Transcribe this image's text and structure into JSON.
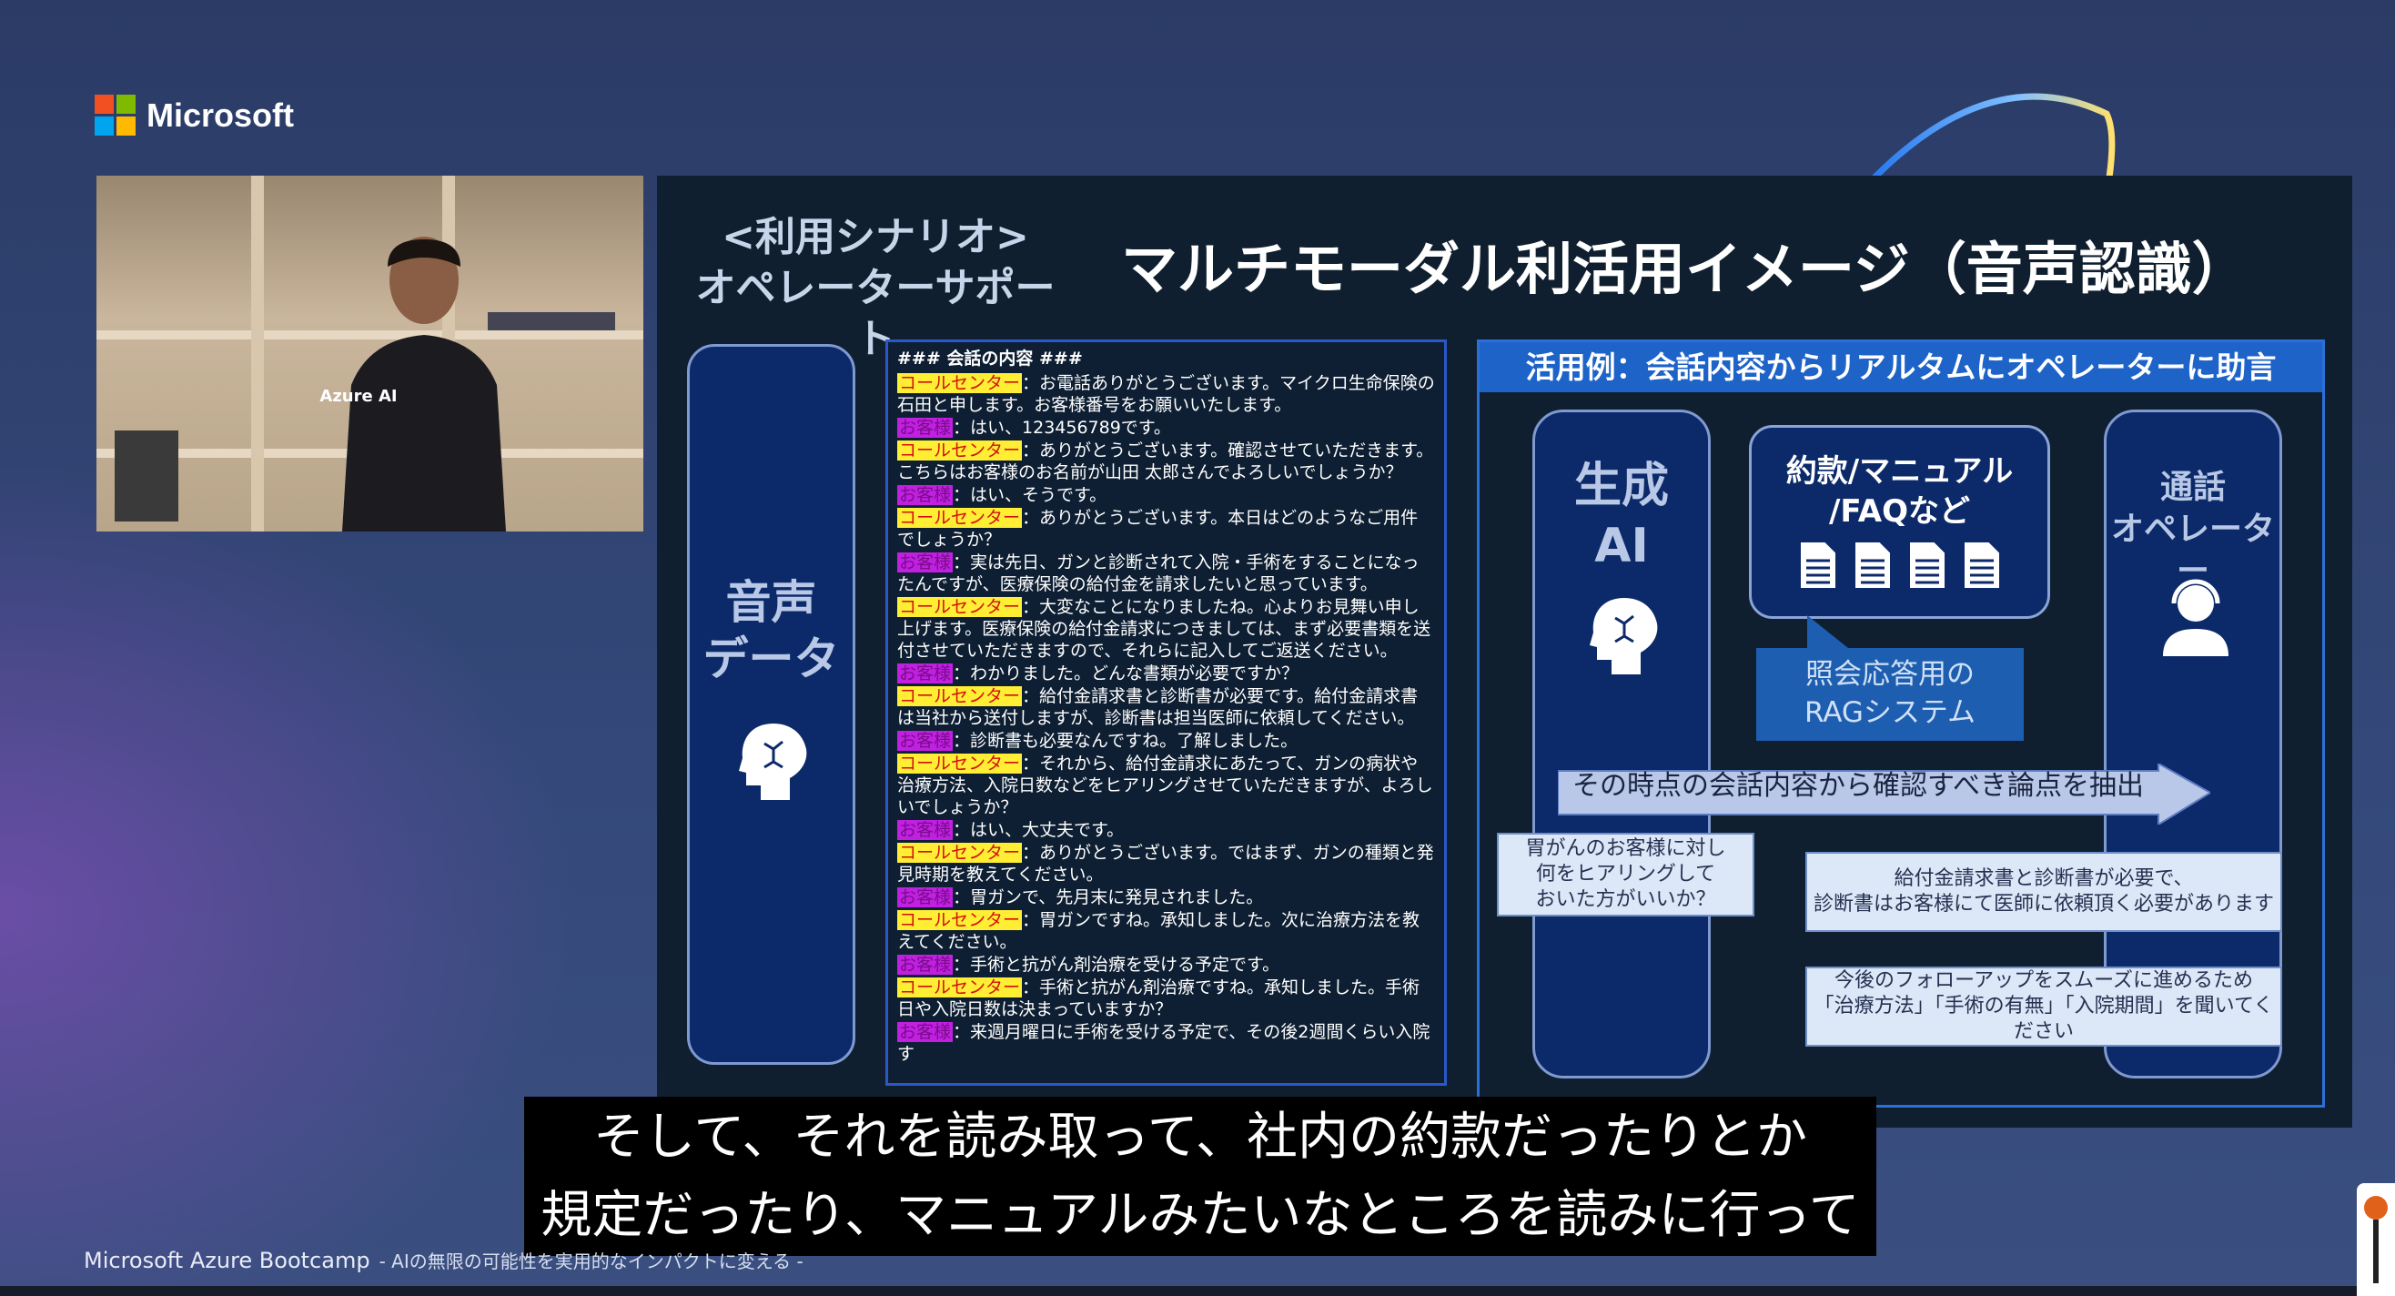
{
  "brand": {
    "name": "Microsoft",
    "colors": [
      "#f25022",
      "#7fba00",
      "#00a4ef",
      "#ffb900"
    ]
  },
  "webcam": {
    "shirt_text": "Azure AI"
  },
  "slide": {
    "scenario_line1": "<利用シナリオ>",
    "scenario_line2": "オペレーターサポート",
    "title": "マルチモーダル利活用イメージ（音声認識）",
    "left_pill_line1": "音声",
    "left_pill_line2": "データ",
    "conversation": {
      "heading": "### 会話の内容 ###",
      "lines": [
        {
          "speaker": "コールセンター",
          "role": "cc",
          "text": "：お電話ありがとうございます。マイクロ生命保険の石田と申します。お客様番号をお願いいたします。"
        },
        {
          "speaker": "お客様",
          "role": "cu",
          "text": "：はい、123456789です。"
        },
        {
          "speaker": "コールセンター",
          "role": "cc",
          "text": "：ありがとうございます。確認させていただきます。こちらはお客様のお名前が山田 太郎さんでよろしいでしょうか？"
        },
        {
          "speaker": "お客様",
          "role": "cu",
          "text": "：はい、そうです。"
        },
        {
          "speaker": "コールセンター",
          "role": "cc",
          "text": "：ありがとうございます。本日はどのようなご用件でしょうか？"
        },
        {
          "speaker": "お客様",
          "role": "cu",
          "text": "：実は先日、ガンと診断されて入院・手術をすることになったんですが、医療保険の給付金を請求したいと思っています。"
        },
        {
          "speaker": "コールセンター",
          "role": "cc",
          "text": "：大変なことになりましたね。心よりお見舞い申し上げます。医療保険の給付金請求につきましては、まず必要書類を送付させていただきますので、それらに記入してご返送ください。"
        },
        {
          "speaker": "お客様",
          "role": "cu",
          "text": "：わかりました。どんな書類が必要ですか？"
        },
        {
          "speaker": "コールセンター",
          "role": "cc",
          "text": "：給付金請求書と診断書が必要です。給付金請求書は当社から送付しますが、診断書は担当医師に依頼してください。"
        },
        {
          "speaker": "お客様",
          "role": "cu",
          "text": "：診断書も必要なんですね。了解しました。"
        },
        {
          "speaker": "コールセンター",
          "role": "cc",
          "text": "：それから、給付金請求にあたって、ガンの病状や治療方法、入院日数などをヒアリングさせていただきますが、よろしいでしょうか？"
        },
        {
          "speaker": "お客様",
          "role": "cu",
          "text": "：はい、大丈夫です。"
        },
        {
          "speaker": "コールセンター",
          "role": "cc",
          "text": "：ありがとうございます。ではまず、ガンの種類と発見時期を教えてください。"
        },
        {
          "speaker": "お客様",
          "role": "cu",
          "text": "：胃ガンで、先月末に発見されました。"
        },
        {
          "speaker": "コールセンター",
          "role": "cc",
          "text": "：胃ガンですね。承知しました。次に治療方法を教えてください。"
        },
        {
          "speaker": "お客様",
          "role": "cu",
          "text": "：手術と抗がん剤治療を受ける予定です。"
        },
        {
          "speaker": "コールセンター",
          "role": "cc",
          "text": "：手術と抗がん剤治療ですね。承知しました。手術日や入院日数は決まっていますか？"
        },
        {
          "speaker": "お客様",
          "role": "cu",
          "text": "：来週月曜日に手術を受ける予定で、その後2週間くらい入院す"
        }
      ]
    },
    "right_panel": {
      "header": "活用例：会話内容からリアルタムにオペレーターに助言",
      "ai_line1": "生成",
      "ai_line2": "AI",
      "kb_line1": "約款/マニュアル",
      "kb_line2": "/FAQなど",
      "rag_line1": "照会応答用の",
      "rag_line2": "RAGシステム",
      "operator_line1": "通話",
      "operator_line2": "オペレーター",
      "arrow_text": "その時点の会話内容から確認すべき論点を抽出",
      "advice": [
        [
          "胃がんのお客様に対し",
          "何をヒアリングして",
          "おいた方がいいか？"
        ],
        [
          "給付金請求書と診断書が必要で、",
          "診断書はお客様にて医師に依頼頂く必要があります"
        ],
        [
          "今後のフォローアップをスムーズに進めるため",
          "「治療方法」「手術の有無」「入院期間」を聞いてください"
        ]
      ]
    }
  },
  "subtitle": {
    "line1": "そして、それを読み取って、社内の約款だったりとか",
    "line2": "規定だったり、マニュアルみたいなところを読みに行って"
  },
  "footer": {
    "event": "Microsoft Azure Bootcamp",
    "tagline": "- AIの無限の可能性を実用的なインパクトに変える -"
  }
}
